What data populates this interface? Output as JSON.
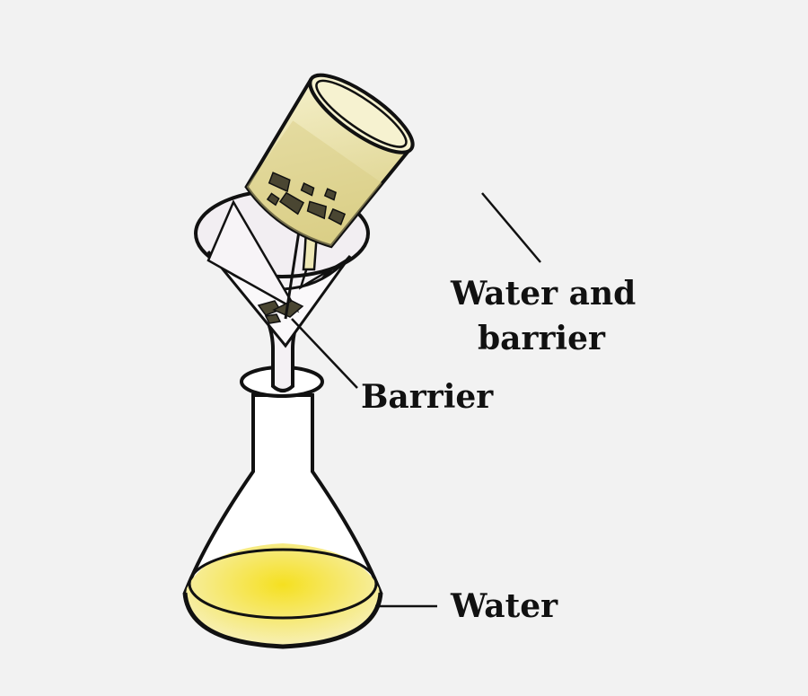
{
  "labels": {
    "water_and_barrier_line1": "Water and",
    "water_and_barrier_line2": "barrier",
    "barrier": "Barrier",
    "water": "Water"
  },
  "colors": {
    "background": "#f2f2f2",
    "liquid": "#e9dfa0",
    "filtrate": "#f3e25a",
    "solid": "#4a4632",
    "outline": "#111111"
  }
}
